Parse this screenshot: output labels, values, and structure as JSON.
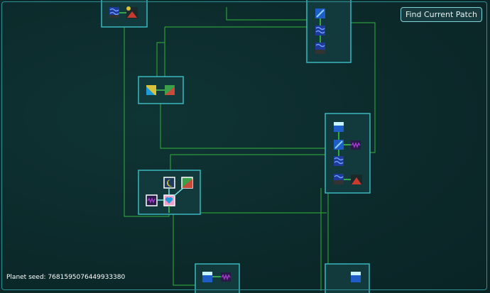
{
  "toolbar": {
    "find_label": "Find Current Patch"
  },
  "footer": {
    "seed_text": "Planet seed: 7681595076449933380"
  },
  "colors": {
    "background": "#0c2a2b",
    "patch_border": "#39b7c0",
    "link_green": "#2d9a3a",
    "biome_cave": "#1e5cc8",
    "biome_surface": "#8fe8f0",
    "biome_vent": "#c83a2e",
    "biome_epipelagic": "#d8c23a",
    "biome_seafloor": "#a03cc8",
    "biome_current": "#f0a0c8"
  },
  "patches": [
    {
      "id": "top-left",
      "icons": [
        "wave-icon",
        "volcano-icon"
      ]
    },
    {
      "id": "top-right",
      "icons": [
        "cave-icon",
        "wave-icon",
        "wave-icon"
      ]
    },
    {
      "id": "middle-left",
      "icons": [
        "beach-icon",
        "volcano-icon"
      ]
    },
    {
      "id": "right-cluster",
      "icons": [
        "ice-shelf-icon",
        "cave-icon",
        "squiggle-icon",
        "wave-icon",
        "vent-icon"
      ]
    },
    {
      "id": "center-cluster",
      "icons": [
        "moon-icon",
        "cliff-icon",
        "squiggle-icon",
        "heart-icon"
      ]
    },
    {
      "id": "bottom-mid",
      "icons": [
        "ice-shelf-icon",
        "squiggle-icon"
      ]
    },
    {
      "id": "bottom-right",
      "icons": [
        "ice-shelf-icon"
      ]
    }
  ]
}
